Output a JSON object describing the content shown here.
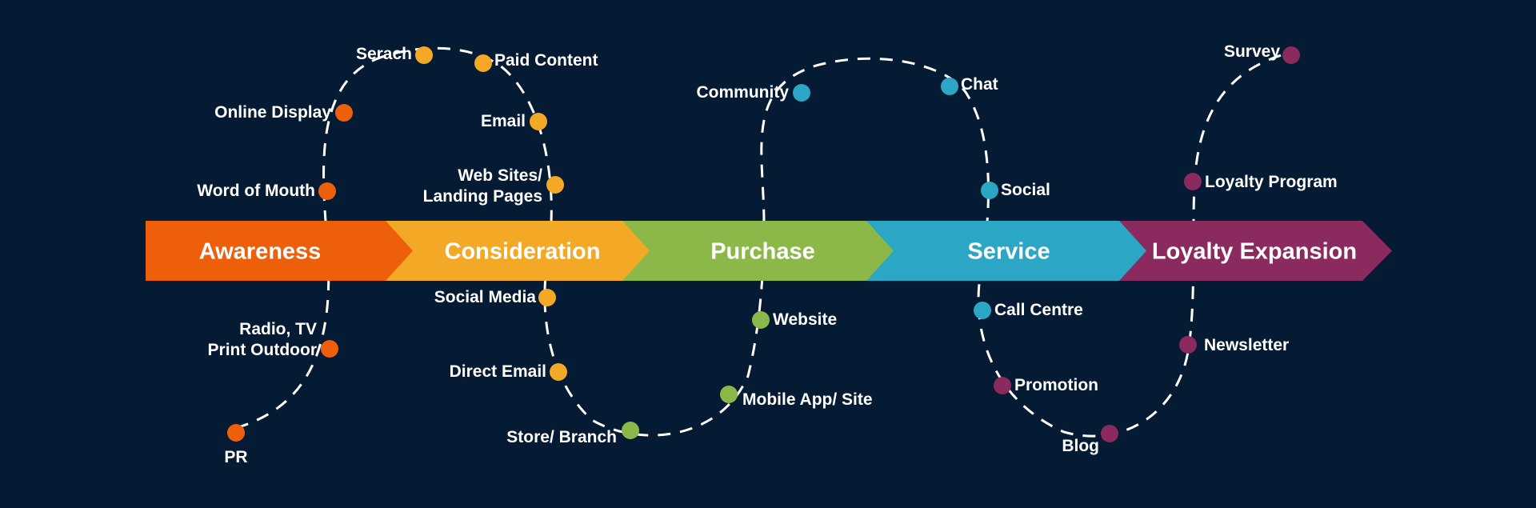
{
  "colors": {
    "background": "#051a33",
    "awareness": "#ee5f0c",
    "consideration": "#f3a826",
    "purchase": "#8cb84a",
    "service": "#2ba6c4",
    "loyalty": "#8a2a5e",
    "path": "#ffffff"
  },
  "stages": [
    {
      "key": "awareness",
      "label": "Awareness",
      "color": "#ee5f0c"
    },
    {
      "key": "consideration",
      "label": "Consideration",
      "color": "#f3a826"
    },
    {
      "key": "purchase",
      "label": "Purchase",
      "color": "#8cb84a"
    },
    {
      "key": "service",
      "label": "Service",
      "color": "#2ba6c4"
    },
    {
      "key": "loyalty",
      "label": "Loyalty Expansion",
      "color": "#8a2a5e"
    }
  ],
  "touchpoints": [
    {
      "label": "PR",
      "stage": "awareness"
    },
    {
      "label": "Radio, TV\nPrint Outdoor",
      "stage": "awareness"
    },
    {
      "label": "Word of Mouth",
      "stage": "awareness"
    },
    {
      "label": "Online Display",
      "stage": "awareness"
    },
    {
      "label": "Serach",
      "stage": "consideration"
    },
    {
      "label": "Paid Content",
      "stage": "consideration"
    },
    {
      "label": "Email",
      "stage": "consideration"
    },
    {
      "label": "Web Sites/\nLanding Pages",
      "stage": "consideration"
    },
    {
      "label": "Social Media",
      "stage": "consideration"
    },
    {
      "label": "Direct Email",
      "stage": "consideration"
    },
    {
      "label": "Store/ Branch",
      "stage": "purchase"
    },
    {
      "label": "Mobile App/ Site",
      "stage": "purchase"
    },
    {
      "label": "Website",
      "stage": "purchase"
    },
    {
      "label": "Community",
      "stage": "service"
    },
    {
      "label": "Chat",
      "stage": "service"
    },
    {
      "label": "Social",
      "stage": "service"
    },
    {
      "label": "Call Centre",
      "stage": "service"
    },
    {
      "label": "Promotion",
      "stage": "loyalty"
    },
    {
      "label": "Blog",
      "stage": "loyalty"
    },
    {
      "label": "Newsletter",
      "stage": "loyalty"
    },
    {
      "label": "Loyalty Program",
      "stage": "loyalty"
    },
    {
      "label": "Survey",
      "stage": "loyalty"
    }
  ]
}
